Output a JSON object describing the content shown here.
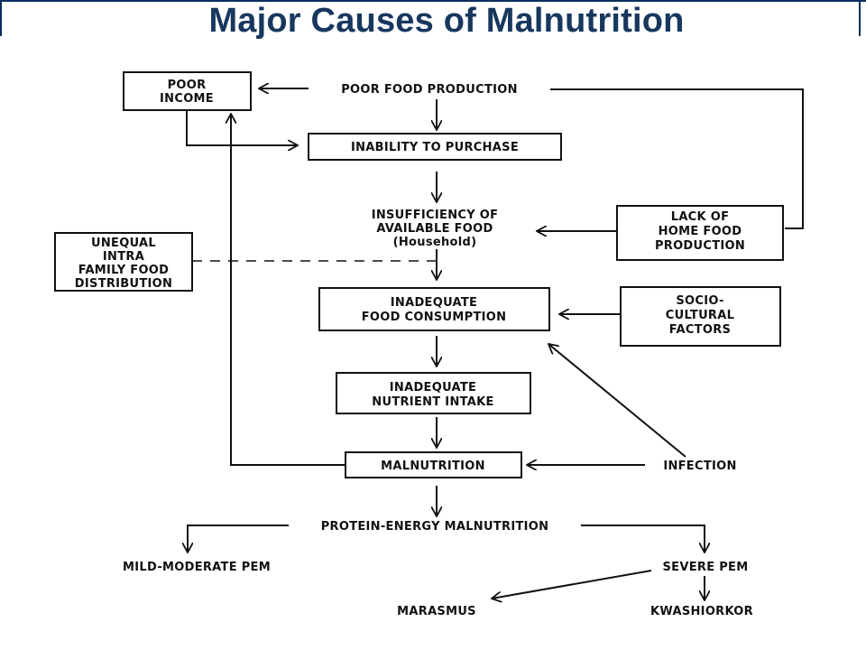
{
  "title": "Major Causes of Malnutrition",
  "nodes": {
    "poor_income": [
      "POOR",
      "INCOME"
    ],
    "poor_food_production": "POOR FOOD PRODUCTION",
    "inability_to_purchase": "INABILITY TO PURCHASE",
    "insufficiency": [
      "INSUFFICIENCY OF",
      "AVAILABLE FOOD",
      "(Household)"
    ],
    "lack_home_food": [
      "LACK OF",
      "HOME FOOD",
      "PRODUCTION"
    ],
    "unequal_distribution": [
      "UNEQUAL",
      "INTRA",
      "FAMILY FOOD",
      "DISTRIBUTION"
    ],
    "inadequate_consumption": [
      "INADEQUATE",
      "FOOD CONSUMPTION"
    ],
    "socio_cultural": [
      "SOCIO-",
      "CULTURAL",
      "FACTORS"
    ],
    "inadequate_nutrient": [
      "INADEQUATE",
      "NUTRIENT INTAKE"
    ],
    "malnutrition": "MALNUTRITION",
    "infection": "INFECTION",
    "pem": "PROTEIN-ENERGY MALNUTRITION",
    "mild_moderate": "MILD-MODERATE PEM",
    "severe": "SEVERE PEM",
    "marasmus": "MARASMUS",
    "kwashiorkor": "KWASHIORKOR"
  }
}
